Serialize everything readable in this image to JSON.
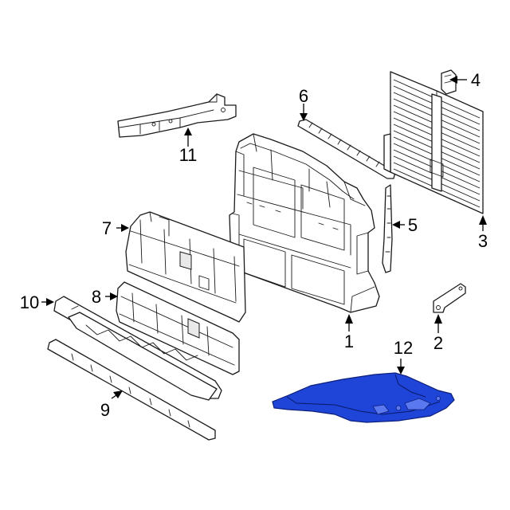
{
  "callouts": [
    {
      "id": "1",
      "label": "1"
    },
    {
      "id": "2",
      "label": "2"
    },
    {
      "id": "3",
      "label": "3"
    },
    {
      "id": "4",
      "label": "4"
    },
    {
      "id": "5",
      "label": "5"
    },
    {
      "id": "6",
      "label": "6"
    },
    {
      "id": "7",
      "label": "7"
    },
    {
      "id": "8",
      "label": "8"
    },
    {
      "id": "9",
      "label": "9"
    },
    {
      "id": "10",
      "label": "10"
    },
    {
      "id": "11",
      "label": "11"
    },
    {
      "id": "12",
      "label": "12"
    }
  ],
  "highlighted_part": "12",
  "colors": {
    "highlight": "#1e44d8",
    "line": "#1a1a1a",
    "background": "#ffffff"
  }
}
